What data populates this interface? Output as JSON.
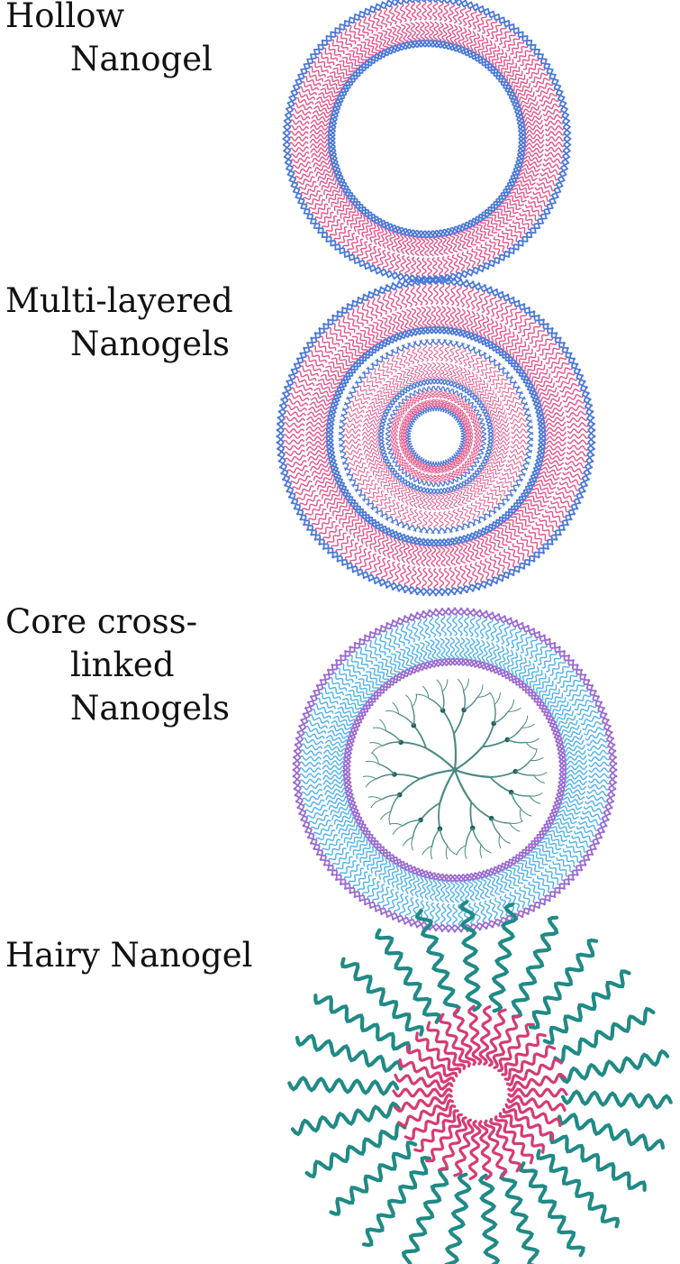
{
  "panels": [
    {
      "id": "hollow",
      "label_lines": [
        "Hollow",
        "Nanogel"
      ]
    },
    {
      "id": "multi-layered",
      "label_lines": [
        "Multi-layered",
        "Nanogels"
      ]
    },
    {
      "id": "core-cross-linked",
      "label_lines": [
        "Core cross-",
        "linked",
        "Nanogels"
      ]
    },
    {
      "id": "hairy",
      "label_lines": [
        "Hairy Nanogel"
      ]
    }
  ],
  "colors": {
    "pink": "#e0407a",
    "blue": "#4a78d8",
    "light_blue": "#3aa8e8",
    "purple": "#9a6ad0",
    "teal": "#2e8a88",
    "dendron": "#4a8a86",
    "hair_teal": "#1f8a86",
    "hair_pink": "#d83a74"
  }
}
